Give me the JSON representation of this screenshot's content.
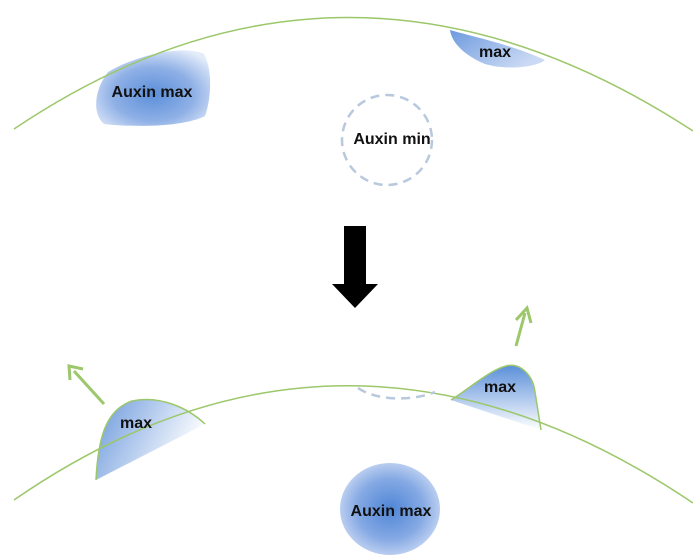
{
  "top_panel": {
    "left_max_label": "Auxin max",
    "right_max_label": "max",
    "min_label": "Auxin min"
  },
  "bottom_panel": {
    "left_max_label": "max",
    "right_max_label": "max",
    "center_max_label": "Auxin max"
  },
  "colors": {
    "line_green": "#9cc76a",
    "auxin_blue": "#5b8fd9",
    "dashed_circle": "#b8c8de",
    "arrow": "#000000"
  },
  "icons": {
    "transition_arrow": "down-arrow-icon",
    "growth_arrows": "arrow-up-icon"
  }
}
